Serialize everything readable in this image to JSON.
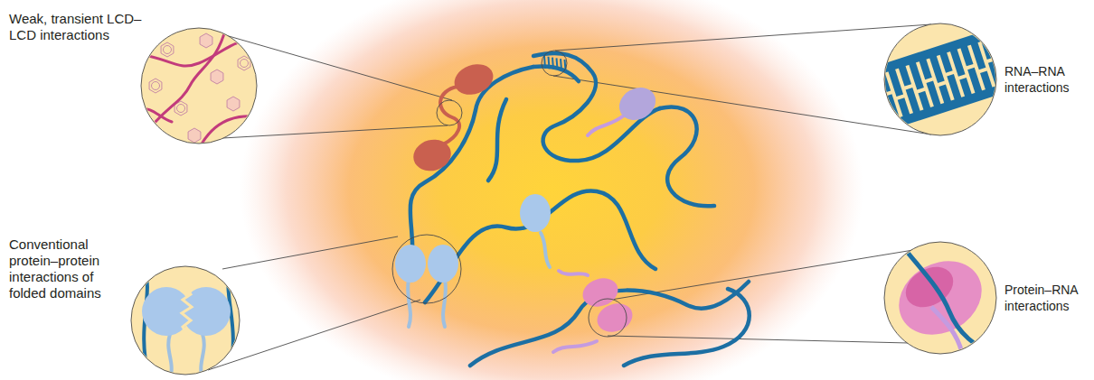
{
  "diagram": {
    "labels": [
      "Weak, transient LCD–LCD interactions",
      "Conventional protein–protein interactions of folded domains",
      "RNA–RNA interactions",
      "Protein–RNA interactions"
    ]
  }
}
